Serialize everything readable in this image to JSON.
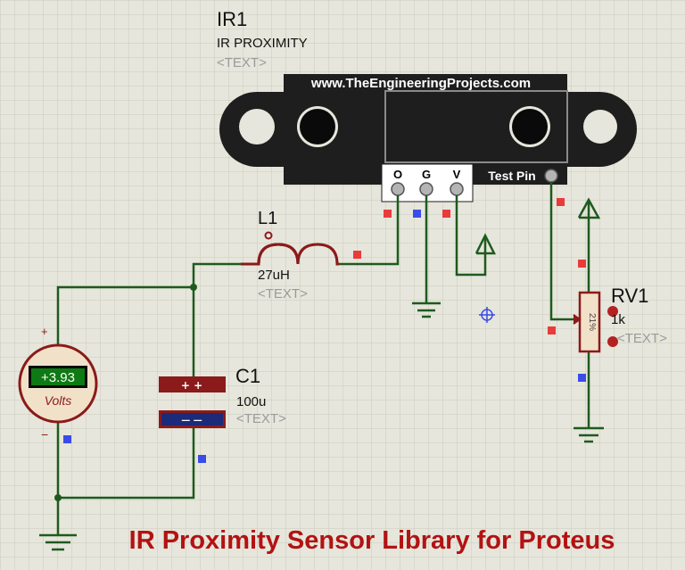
{
  "colors": {
    "background": "#e6e6dc",
    "grid": "#c9c9bd",
    "wire": "#1e5a1e",
    "component": "#8b1a1a",
    "pin_red": "#e83b3b",
    "pin_blue": "#3b4be8",
    "sensor_body": "#1e1e1e",
    "meter_display": "#0e7a14",
    "title": "#b31212"
  },
  "sensor": {
    "ref": "IR1",
    "name": "IR PROXIMITY",
    "text": "<TEXT>",
    "url": "www.TheEngineeringProjects.com",
    "pins": {
      "o": "O",
      "g": "G",
      "v": "V",
      "test": "Test Pin"
    }
  },
  "inductor": {
    "ref": "L1",
    "value": "27uH",
    "text": "<TEXT>"
  },
  "capacitor": {
    "ref": "C1",
    "value": "100u",
    "text": "<TEXT>",
    "plus": "+ +",
    "minus": "— —"
  },
  "pot": {
    "ref": "RV1",
    "value": "1k",
    "text": "<TEXT>",
    "percent": "21%"
  },
  "voltmeter": {
    "reading": "+3.93",
    "unit": "Volts",
    "plus": "+",
    "minus": "−"
  },
  "title": "IR Proximity Sensor Library for Proteus"
}
